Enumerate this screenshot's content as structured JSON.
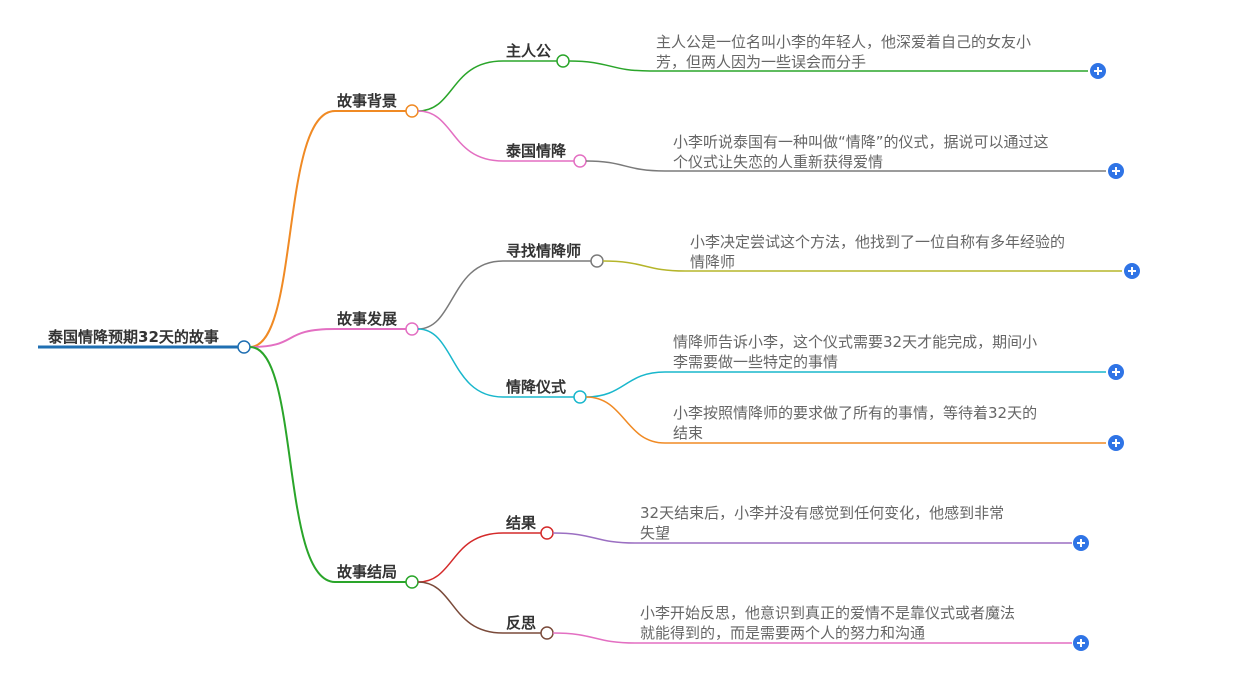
{
  "root": {
    "label": "泰国情降预期32天的故事",
    "line_color": "#1f6fb2"
  },
  "branches": [
    {
      "label": "故事背景",
      "color": "#f08a24",
      "children": [
        {
          "label": "主人公",
          "color": "#2aa52a",
          "detail_lines": [
            "主人公是一位名叫小李的年轻人，他深爱着自己的女友小",
            "芳，但两人因为一些误会而分手"
          ]
        },
        {
          "label": "泰国情降",
          "color": "#e36fc2",
          "detail_lines": [
            "小李听说泰国有一种叫做“情降”的仪式，据说可以通过这",
            "个仪式让失恋的人重新获得爱情"
          ]
        }
      ]
    },
    {
      "label": "故事发展",
      "color": "#e36fc2",
      "children": [
        {
          "label": "寻找情降师",
          "color": "#7a7a7a",
          "detail_lines": [
            "小李决定尝试这个方法，他找到了一位自称有多年经验的",
            "情降师"
          ]
        },
        {
          "label": "情降仪式",
          "color": "#19b7cc",
          "detail_lines": [
            "情降师告诉小李，这个仪式需要32天才能完成，期间小",
            "李需要做一些特定的事情"
          ]
        }
      ]
    },
    {
      "label": "故事结局",
      "color": "#2aa52a",
      "children": [
        {
          "label": "结果",
          "color": "#d42a2a",
          "detail_lines": [
            "32天结束后，小李并没有感觉到任何变化，他感到非常",
            "失望"
          ]
        },
        {
          "label": "反思",
          "color": "#7a4a3a",
          "detail_lines": [
            "小李开始反思，他意识到真正的爱情不是靠仪式或者魔法",
            "就能得到的，而是需要两个人的努力和沟通"
          ]
        }
      ]
    }
  ],
  "extra_leaf": {
    "parent": "情降仪式",
    "color": "#f08a24",
    "detail_lines": [
      "小李按照情降师的要求做了所有的事情，等待着32天的",
      "结束"
    ]
  },
  "leaf_line_colors": [
    "#2aa52a",
    "#7a7a7a",
    "#b5b52a",
    "#19b7cc",
    "#f08a24",
    "#9b6fc2",
    "#e36fc2"
  ],
  "plus_icon": "plus-circle-icon",
  "plus_color": "#2f74e6"
}
